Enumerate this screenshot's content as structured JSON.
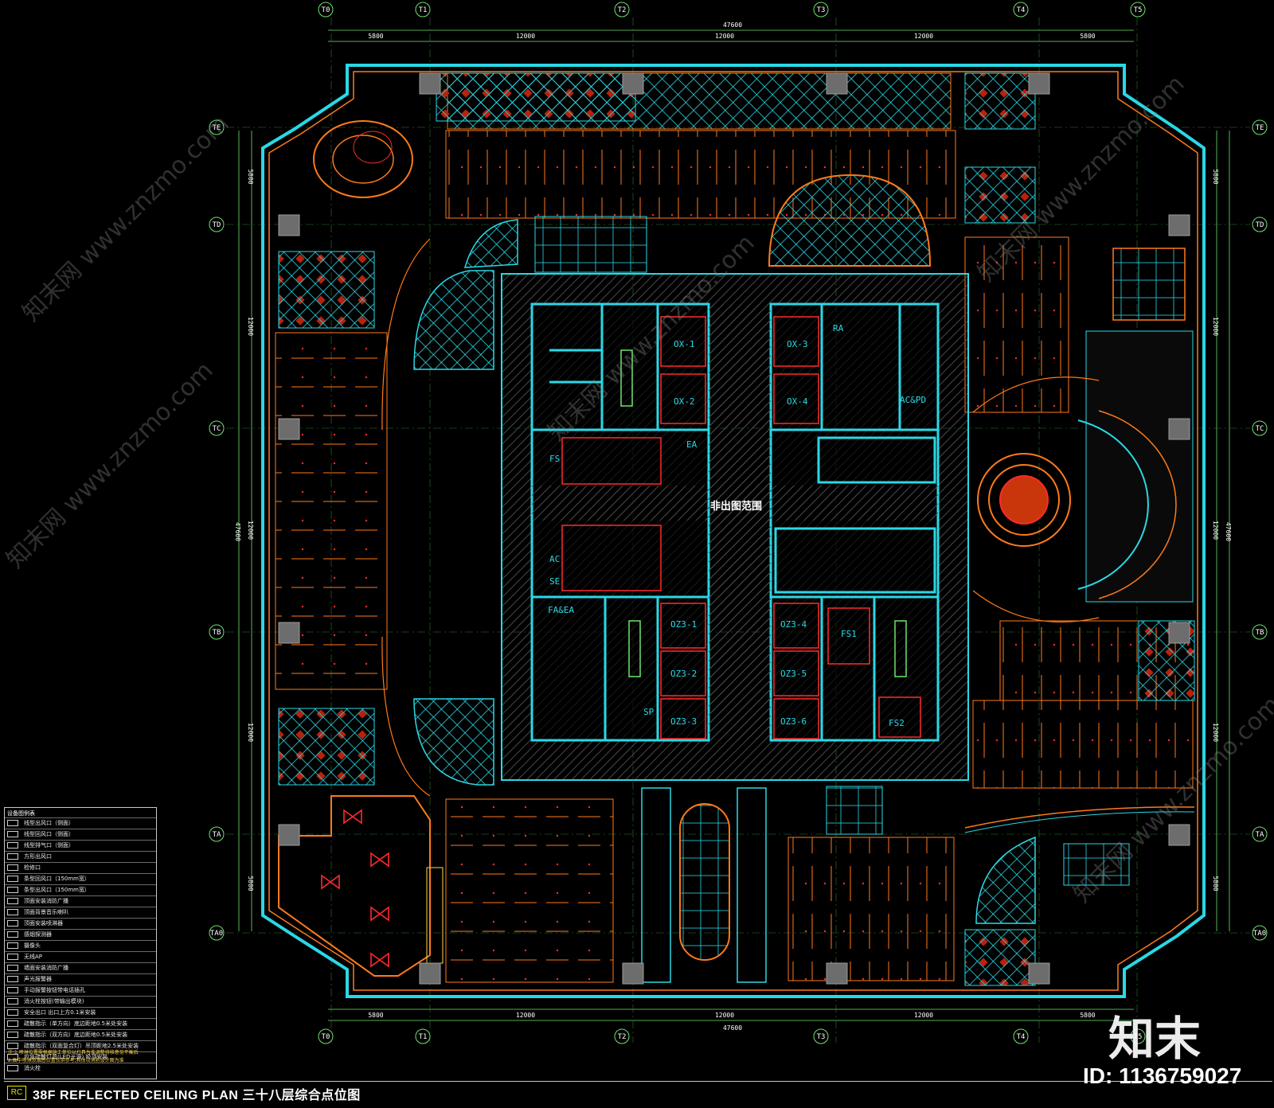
{
  "plan": {
    "top_axes": [
      "T0",
      "T1",
      "T2",
      "T3",
      "T4",
      "T5"
    ],
    "side_axes": [
      "TE",
      "TD",
      "TC",
      "TB",
      "TA",
      "TA0"
    ],
    "top_total": "47600",
    "top_segments": [
      "5800",
      "12000",
      "12000",
      "12000",
      "5800"
    ],
    "side_total": "47600",
    "side_segments": [
      "5800",
      "12000",
      "12000",
      "12000",
      "5800"
    ],
    "zone_label": "非出图范围",
    "rooms": [
      "OX-1",
      "OX-2",
      "OX-3",
      "OX-4",
      "OZ3-1",
      "OZ3-2",
      "OZ3-3",
      "OZ3-4",
      "OZ3-5",
      "OZ3-6",
      "FS1",
      "FS2",
      "FA&EA",
      "AC",
      "SE",
      "SP",
      "FS",
      "EA",
      "AC&PD",
      "RA"
    ]
  },
  "legend": {
    "title": "设备图例表",
    "items": [
      "线型出风口（侧面）",
      "线型回风口（侧面）",
      "线型排气口（侧面）",
      "方形出风口",
      "检修口",
      "条型回风口（150mm宽）",
      "条型出风口（150mm宽）",
      "顶面安装消防广播",
      "顶面背景音乐喇叭",
      "顶面安装喷淋器",
      "感烟探测器",
      "摄像头",
      "无线AP",
      "墙面安装消防广播",
      "声光报警器",
      "手动报警按钮带电话插孔",
      "消火栓按钮(带输出模块)",
      "安全出口 出口上方0.1米安装",
      "疏散指示（单方向）底边距地0.5米处安装",
      "疏散指示（双方向）底边距地0.5米处安装",
      "疏散指示（双面复合灯）吊顶距地2.5米处安装",
      "应急疏散灯具(LED光源) 吸顶安装",
      "消火栓"
    ],
    "notes": [
      "注:1.喷淋位置需根据施工单位以灯具为准调整待核意见平衡后",
      "2.图中喷淋及烟感位置仅供参考,具体以消防设计图为准"
    ]
  },
  "title_bar": {
    "code": "RC",
    "title": "38F REFLECTED CEILING PLAN 三十八层综合点位图"
  },
  "brand": {
    "name": "知末",
    "id": "ID: 1136759027",
    "watermark": "知末网 www.znzmo.com"
  },
  "colors": {
    "background": "#000000",
    "wall": "#2ad8e6",
    "ceiling_line": "#ff7a1a",
    "accent_red": "#ff2a2a",
    "grid_line": "#6fe36f"
  }
}
